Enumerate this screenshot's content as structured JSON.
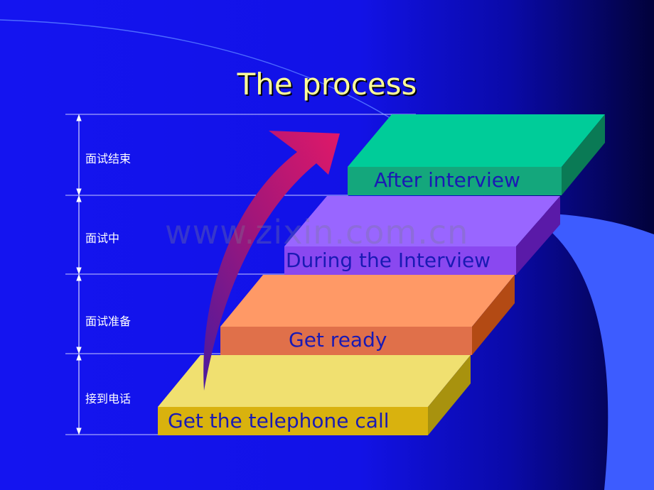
{
  "slide": {
    "title": "The process",
    "watermark": "www.zixin.com.cn"
  },
  "stages": [
    {
      "label": "面试结束"
    },
    {
      "label": "面试中"
    },
    {
      "label": "面试准备"
    },
    {
      "label": "接到电话"
    }
  ],
  "steps": [
    {
      "label": "After interview",
      "color": "#00cc99"
    },
    {
      "label": "During the Interview",
      "color": "#9966ff"
    },
    {
      "label": "Get ready",
      "color": "#ff9966"
    },
    {
      "label": "Get the telephone call",
      "color": "#f0e070"
    }
  ],
  "colors": {
    "background": "#1414f0",
    "title": "#ffff99",
    "arrow": "#cc1166",
    "step_text": "#1a1ab4"
  },
  "icons": {
    "arrow": "curved-up-arrow-icon",
    "scale": "dimension-arrow-icon"
  }
}
